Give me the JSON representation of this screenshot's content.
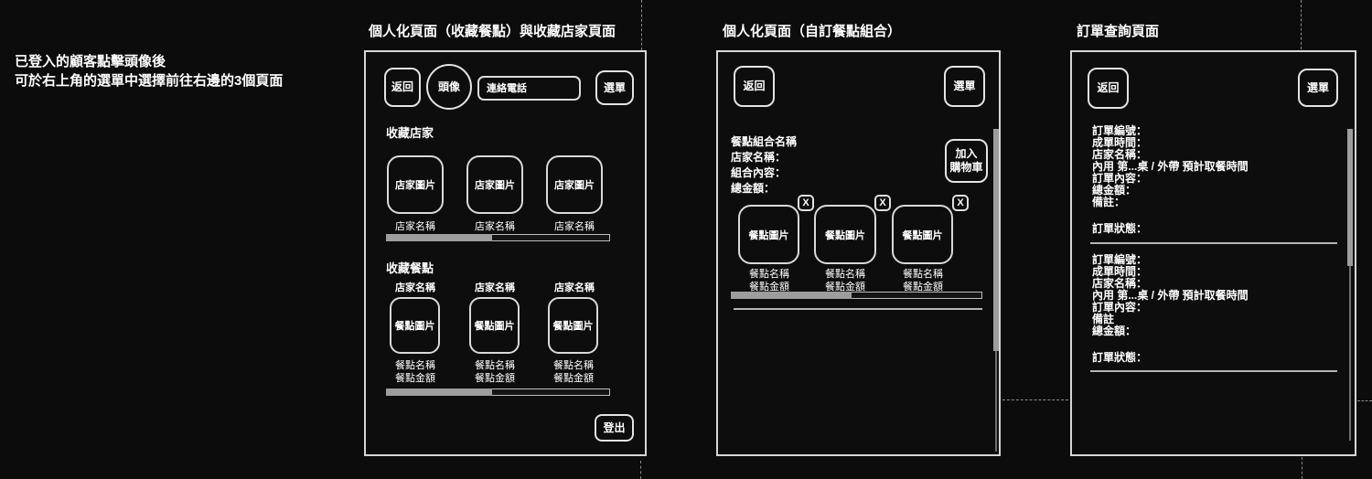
{
  "colors": {
    "background": "#0c0c0c",
    "line": "#d6d6d6",
    "text": "#ffffff",
    "scrollbar_thumb": "#9d9d9d"
  },
  "annotation": {
    "line1": "已登入的顧客點擊頭像後",
    "line2": "可於右上角的選單中選擇前往右邊的3個頁面"
  },
  "favorites_page": {
    "title": "個人化頁面（收藏餐點）與收藏店家頁面",
    "back": "返回",
    "avatar": "頭像",
    "phone_placeholder": "連絡電話",
    "menu": "選單",
    "stores_section": {
      "heading": "收藏店家",
      "cards": [
        {
          "image_label": "店家圖片",
          "name_label": "店家名稱"
        },
        {
          "image_label": "店家圖片",
          "name_label": "店家名稱"
        },
        {
          "image_label": "店家圖片",
          "name_label": "店家名稱"
        }
      ]
    },
    "meals_section": {
      "heading": "收藏餐點",
      "cards": [
        {
          "store_label": "店家名稱",
          "image_label": "餐點圖片",
          "name_label": "餐點名稱",
          "price_label": "餐點金額"
        },
        {
          "store_label": "店家名稱",
          "image_label": "餐點圖片",
          "name_label": "餐點名稱",
          "price_label": "餐點金額"
        },
        {
          "store_label": "店家名稱",
          "image_label": "餐點圖片",
          "name_label": "餐點名稱",
          "price_label": "餐點金額"
        }
      ]
    },
    "logout": "登出"
  },
  "combo_page": {
    "title": "個人化頁面（自訂餐點組合）",
    "back": "返回",
    "menu": "選單",
    "info_lines": [
      "餐點組合名稱",
      "店家名稱：",
      "組合內容：",
      "總金額："
    ],
    "add_to_cart": {
      "line1": "加入",
      "line2": "購物車"
    },
    "remove_label": "X",
    "cards": [
      {
        "image_label": "餐點圖片",
        "name_label": "餐點名稱",
        "price_label": "餐點金額"
      },
      {
        "image_label": "餐點圖片",
        "name_label": "餐點名稱",
        "price_label": "餐點金額"
      },
      {
        "image_label": "餐點圖片",
        "name_label": "餐點名稱",
        "price_label": "餐點金額"
      }
    ]
  },
  "orders_page": {
    "title": "訂單查詢頁面",
    "back": "返回",
    "menu": "選單",
    "orders": [
      {
        "lines": [
          "訂單編號：",
          "成單時間：",
          "店家名稱：",
          "內用 第...桌 / 外帶 預計取餐時間",
          "訂單內容：",
          "總金額：",
          "備註："
        ],
        "status": "訂單狀態："
      },
      {
        "lines": [
          "訂單編號：",
          "成單時間：",
          "店家名稱：",
          "內用 第...桌 / 外帶 預計取餐時間",
          "訂單內容：",
          "備註",
          "總金額："
        ],
        "status": "訂單狀態："
      }
    ]
  }
}
